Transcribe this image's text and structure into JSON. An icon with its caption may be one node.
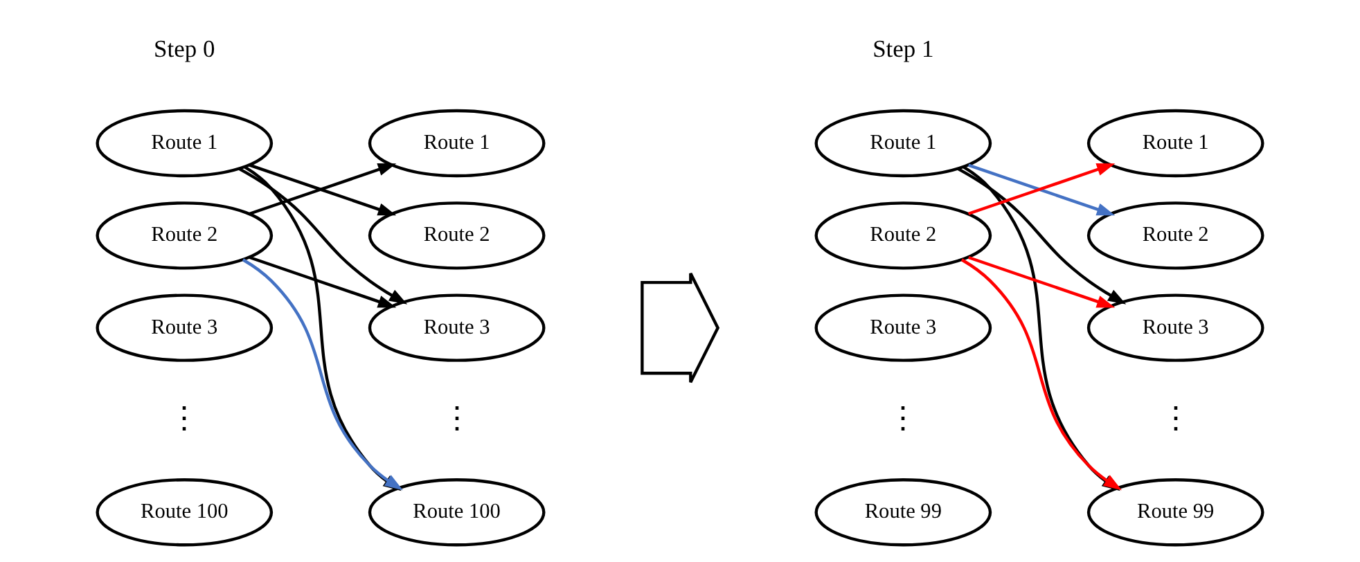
{
  "diagram": {
    "nodes": [
      {
        "text": [
          "Route 1"
        ]
      },
      {
        "text": [
          "Route 2"
        ]
      },
      {
        "text": [
          "Route 3"
        ]
      },
      {
        "text": [
          "Route 100"
        ]
      },
      {
        "text": [
          "Route 1"
        ]
      },
      {
        "text": [
          "Route 2"
        ]
      },
      {
        "text": [
          "Route 3"
        ]
      },
      {
        "text": [
          "Route 100"
        ]
      },
      {
        "text": [],
        "shape": "arrow"
      },
      {
        "text": [
          "Route 1"
        ]
      },
      {
        "text": [
          "Route 2"
        ]
      },
      {
        "text": [
          "Route 3"
        ]
      },
      {
        "text": [
          "Route 99"
        ]
      },
      {
        "text": [
          "Route 1"
        ]
      },
      {
        "text": [
          "Route 2"
        ]
      },
      {
        "text": [
          "Route 3"
        ]
      },
      {
        "text": [
          "Route 99"
        ]
      }
    ],
    "edges": [
      {
        "from": 0,
        "to": 5,
        "arrow": "to"
      },
      {
        "from": 0,
        "to": 6,
        "arrow": "to"
      },
      {
        "from": 0,
        "to": 7,
        "arrow": "to"
      },
      {
        "from": 1,
        "to": 4,
        "arrow": "to"
      },
      {
        "from": 1,
        "to": 6,
        "arrow": "to"
      },
      {
        "from": 1,
        "to": 7,
        "arrow": "to",
        "color": "#4472c4"
      },
      {
        "from": 9,
        "to": 14,
        "arrow": "to",
        "color": "#4472c4"
      },
      {
        "from": 9,
        "to": 15,
        "arrow": "to"
      },
      {
        "from": 9,
        "to": 16,
        "arrow": "to"
      },
      {
        "from": 10,
        "to": 13,
        "arrow": "to",
        "color": "#ff0000"
      },
      {
        "from": 10,
        "to": 15,
        "arrow": "to",
        "color": "#ff0000"
      },
      {
        "from": 10,
        "to": 16,
        "arrow": "to",
        "color": "#ff0000"
      }
    ],
    "labels": [
      "Step 0",
      "Step 1",
      "⋮",
      "⋮",
      "⋮",
      "⋮"
    ]
  }
}
